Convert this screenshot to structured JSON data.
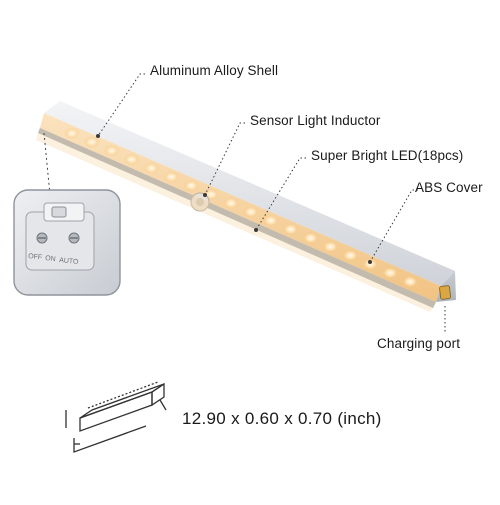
{
  "callouts": {
    "shell": "Aluminum Alloy Shell",
    "sensor": "Sensor Light Inductor",
    "led": "Super Bright LED(18pcs)",
    "cover": "ABS Cover",
    "port": "Charging port"
  },
  "switch_labels": {
    "off": "OFF",
    "on": "ON",
    "auto": "AUTO"
  },
  "dimensions": "12.90 x 0.60 x 0.70 (inch)",
  "colors": {
    "led_glow": "#f6c98a",
    "shell": "#dfe2e7",
    "text": "#1a1a1a"
  },
  "icons": {
    "box": "box-dimension-icon"
  }
}
